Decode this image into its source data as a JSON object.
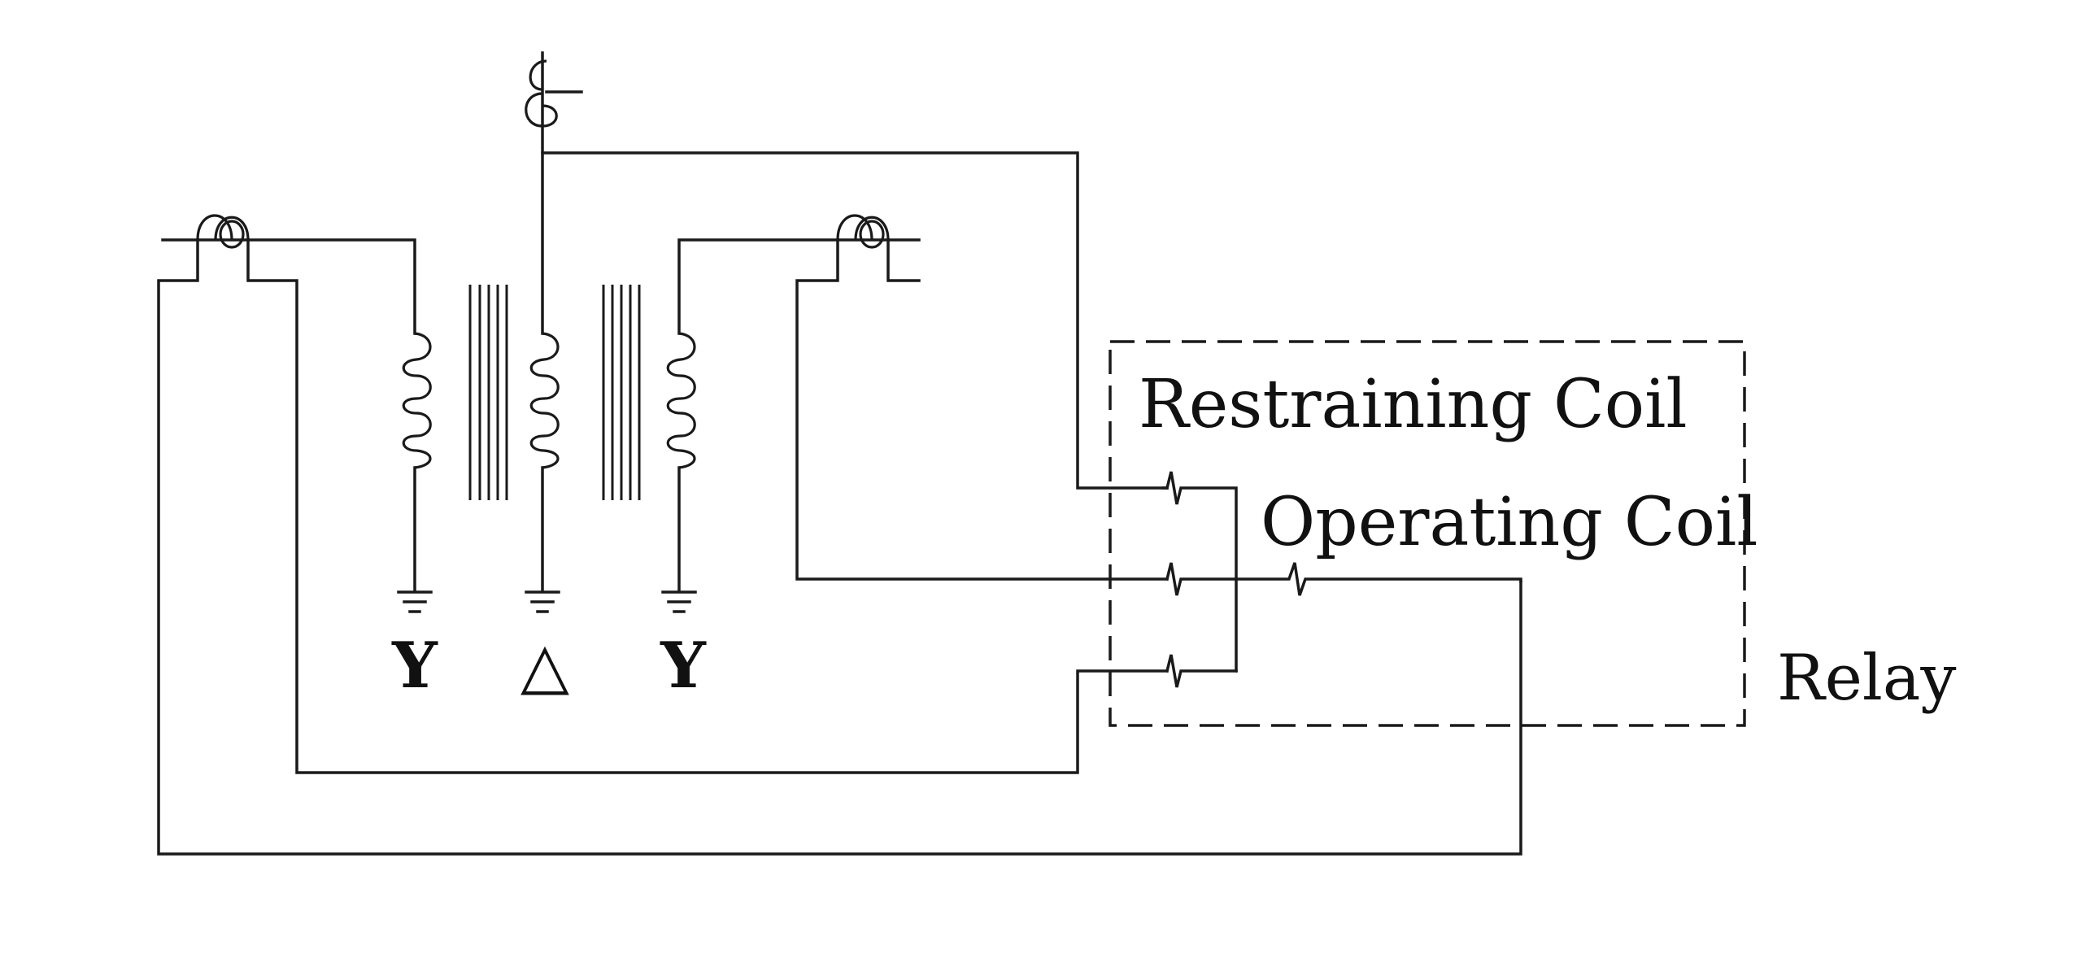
{
  "diagram": {
    "labels": {
      "restraining_coil": "Restraining Coil",
      "operating_coil": "Operating Coil",
      "relay": "Relay",
      "winding_left": "Y",
      "winding_middle": "△",
      "winding_right": "Y"
    },
    "colors": {
      "ink": "#1a1a1a",
      "background": "#ffffff"
    }
  }
}
